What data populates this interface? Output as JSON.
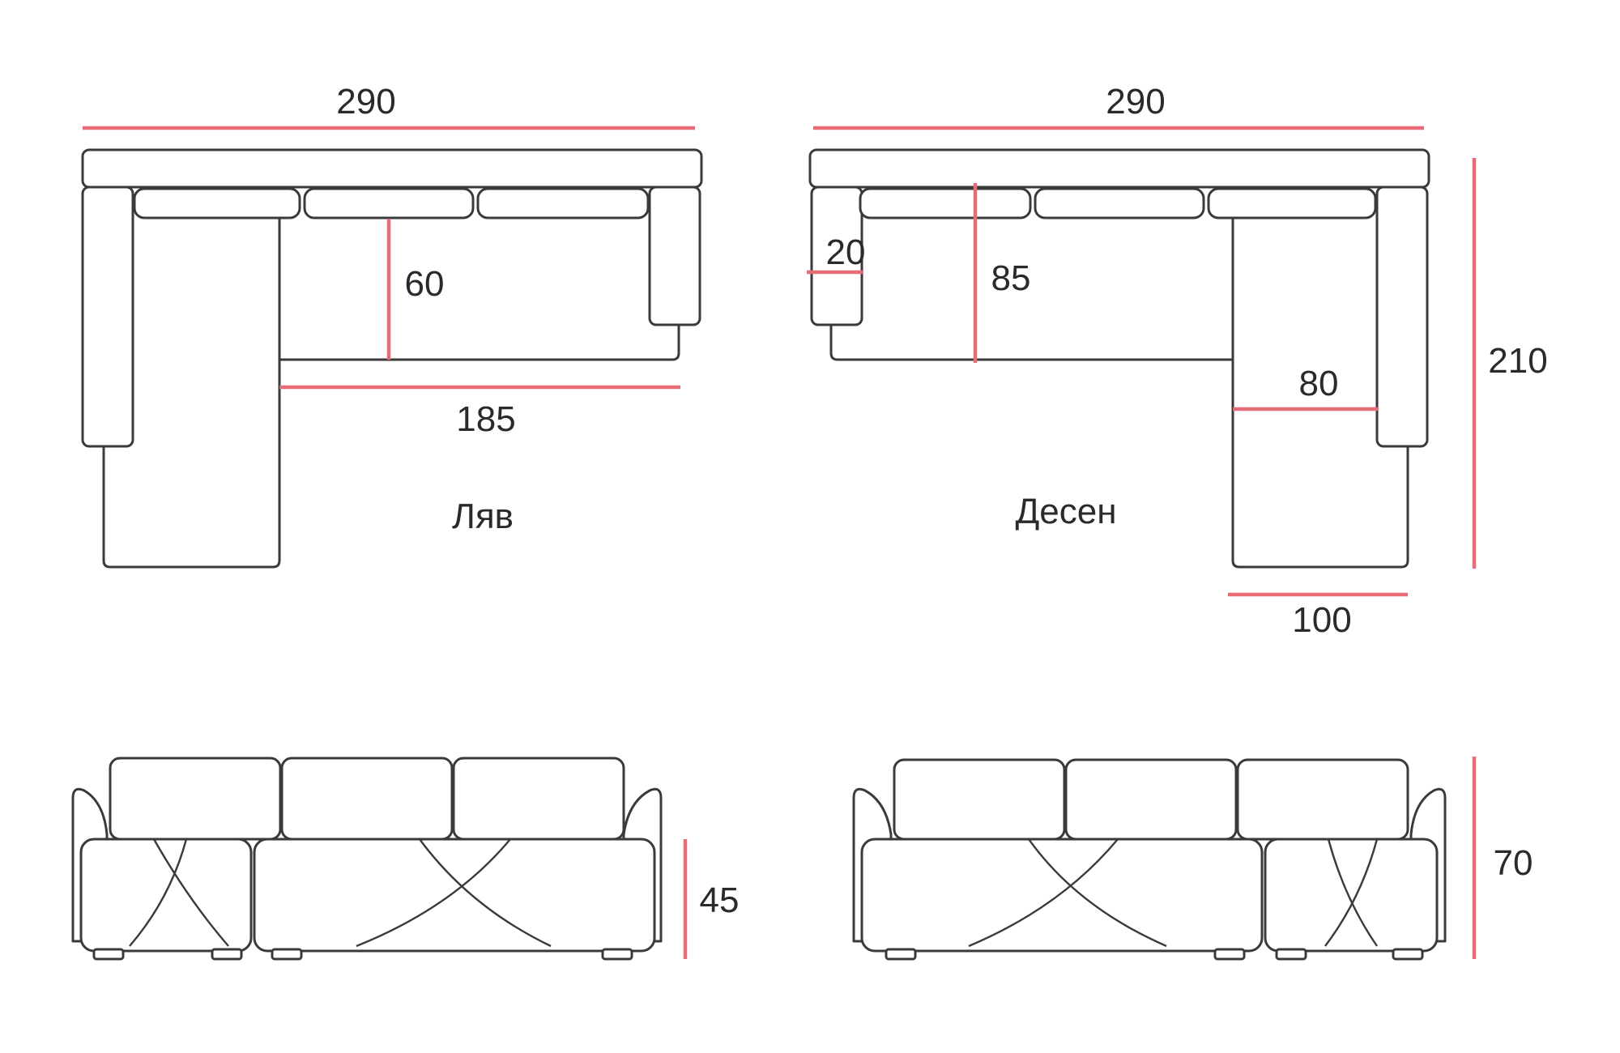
{
  "views": {
    "left": {
      "label": "Ляв",
      "top_width": "290",
      "seat_depth": "60",
      "seat_length": "185",
      "height": "45"
    },
    "right": {
      "label": "Десен",
      "top_width": "290",
      "arm_width": "20",
      "back_depth": "85",
      "chaise_inner": "80",
      "total_depth": "210",
      "chaise_width": "100",
      "height": "70"
    }
  }
}
